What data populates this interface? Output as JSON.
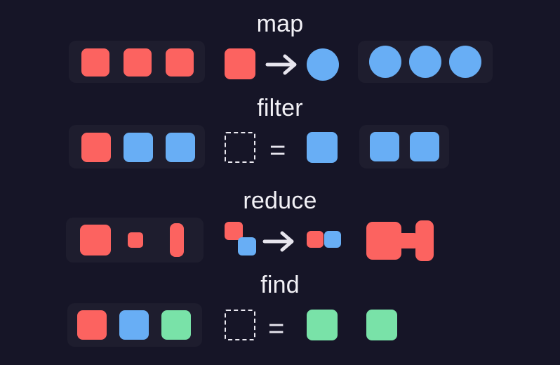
{
  "diagram": {
    "title_row_map": "map",
    "title_row_filter": "filter",
    "title_row_reduce": "reduce",
    "title_row_find": "find",
    "arrow_glyph": "→",
    "equals_glyph": "=",
    "colors": {
      "background": "#161527",
      "panel": "#1e1d2e",
      "red": "#fc6360",
      "blue": "#68aef5",
      "green": "#79e2a8",
      "text": "#f2f1f6",
      "outline": "#eceaf2"
    },
    "rows": [
      {
        "name": "map",
        "label": "map",
        "input": {
          "shapes": [
            {
              "shape": "square",
              "color": "red"
            },
            {
              "shape": "square",
              "color": "red"
            },
            {
              "shape": "square",
              "color": "red"
            }
          ]
        },
        "operation": {
          "kind": "transform",
          "from": {
            "shape": "square",
            "color": "red"
          },
          "connector": "→",
          "to": {
            "shape": "circle",
            "color": "blue"
          }
        },
        "output": {
          "shapes": [
            {
              "shape": "circle",
              "color": "blue"
            },
            {
              "shape": "circle",
              "color": "blue"
            },
            {
              "shape": "circle",
              "color": "blue"
            }
          ]
        }
      },
      {
        "name": "filter",
        "label": "filter",
        "input": {
          "shapes": [
            {
              "shape": "square",
              "color": "red"
            },
            {
              "shape": "square",
              "color": "blue"
            },
            {
              "shape": "square",
              "color": "blue"
            }
          ]
        },
        "operation": {
          "kind": "predicate",
          "from": {
            "shape": "square",
            "color": "placeholder"
          },
          "connector": "=",
          "to": {
            "shape": "square",
            "color": "blue"
          }
        },
        "output": {
          "shapes": [
            {
              "shape": "square",
              "color": "blue"
            },
            {
              "shape": "square",
              "color": "blue"
            }
          ]
        }
      },
      {
        "name": "reduce",
        "label": "reduce",
        "input": {
          "shapes": [
            {
              "shape": "square-large",
              "color": "red"
            },
            {
              "shape": "square-small",
              "color": "red"
            },
            {
              "shape": "rect-tall",
              "color": "red"
            }
          ]
        },
        "operation": {
          "kind": "accumulate",
          "from": [
            {
              "shape": "square-small",
              "color": "red"
            },
            {
              "shape": "square-small",
              "color": "blue"
            }
          ],
          "connector": "→",
          "to": [
            {
              "shape": "square-small",
              "color": "red"
            },
            {
              "shape": "square-small",
              "color": "blue"
            }
          ]
        },
        "output": {
          "shapes": [
            {
              "shape": "composite-merged",
              "color": "red"
            }
          ]
        }
      },
      {
        "name": "find",
        "label": "find",
        "input": {
          "shapes": [
            {
              "shape": "square",
              "color": "red"
            },
            {
              "shape": "square",
              "color": "blue"
            },
            {
              "shape": "square",
              "color": "green"
            }
          ]
        },
        "operation": {
          "kind": "predicate",
          "from": {
            "shape": "square",
            "color": "placeholder"
          },
          "connector": "=",
          "to": {
            "shape": "square",
            "color": "green"
          }
        },
        "output": {
          "shapes": [
            {
              "shape": "square",
              "color": "green"
            }
          ]
        }
      }
    ]
  }
}
